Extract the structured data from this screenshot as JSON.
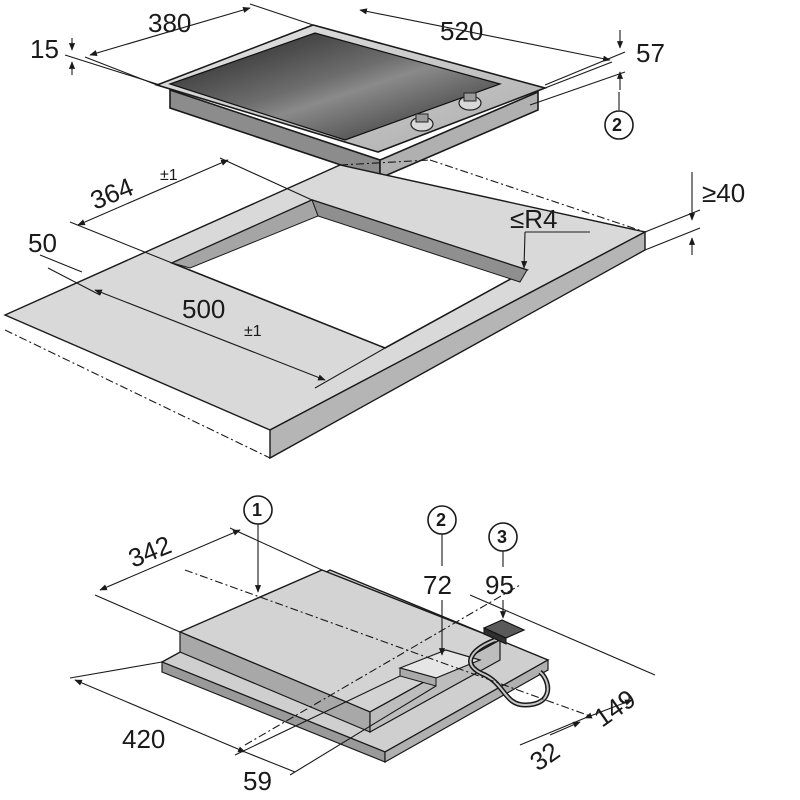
{
  "diagram": {
    "top_view": {
      "hob_dimensions": {
        "width": "380",
        "depth": "520",
        "glass_height": "15",
        "total_height": "57"
      },
      "cutout": {
        "width": "364",
        "width_tolerance": "±1",
        "depth": "500",
        "depth_tolerance": "±1",
        "front_offset": "50",
        "corner_radius": "≤R4",
        "worktop_thickness": "≥40"
      },
      "callout_2": "2"
    },
    "bottom_view": {
      "callouts": [
        "1",
        "2",
        "3"
      ],
      "dims": {
        "d342": "342",
        "d72": "72",
        "d95": "95",
        "d420": "420",
        "d59": "59",
        "d32": "32",
        "d149": "149"
      }
    },
    "colors": {
      "line": "#1a1a1a",
      "worktop_top": "#d9d9d9",
      "worktop_edge": "#b5b5b5",
      "glass": "#303030",
      "hob_frame": "#cfcfcf",
      "hob_body": "#c8c8c8"
    }
  }
}
